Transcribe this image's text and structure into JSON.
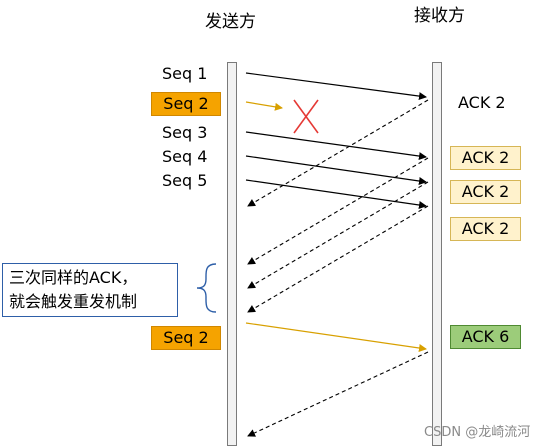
{
  "headers": {
    "sender": "发送方",
    "receiver": "接收方"
  },
  "sender_labels": [
    "Seq 1",
    "Seq 2",
    "Seq 3",
    "Seq 4",
    "Seq 5",
    "Seq 2"
  ],
  "receiver_labels": [
    "ACK 2",
    "ACK 2",
    "ACK 2",
    "ACK 2",
    "ACK 6"
  ],
  "note": {
    "line1": "三次同样的ACK，",
    "line2": "就会触发重发机制"
  },
  "watermark": "CSDN @龙崎流河",
  "colors": {
    "orange": "#f5a300",
    "pale_yellow": "#fff2cc",
    "green": "#9ccc7a",
    "lost_x": "#e53935",
    "arrow_orange": "#d8a000",
    "brace": "#2e5fa8"
  },
  "icons": {
    "lost_packet": "red-x-icon",
    "brace": "left-curly-brace-icon"
  }
}
